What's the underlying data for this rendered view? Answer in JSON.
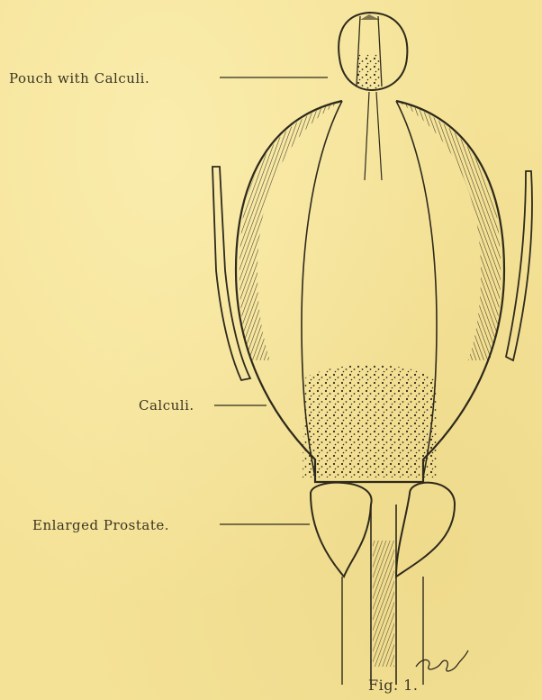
{
  "figure": {
    "caption": "Fig. 1.",
    "labels": {
      "pouch": "Pouch with Calculi.",
      "calculi": "Calculi.",
      "prostate": "Enlarged Prostate."
    }
  },
  "colors": {
    "paper": "#f4e297",
    "ink": "#3b3522"
  }
}
